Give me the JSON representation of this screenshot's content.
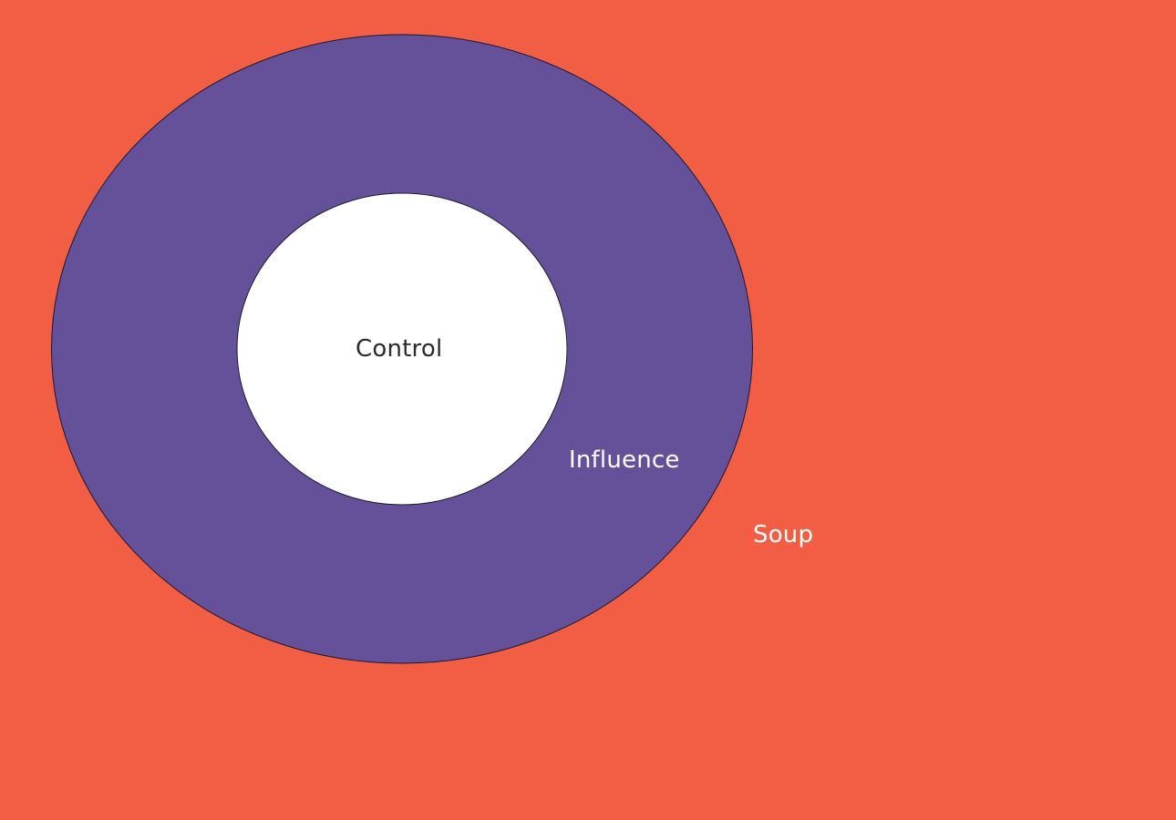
{
  "colors": {
    "background": "#F25E44",
    "influence_fill": "#65519A",
    "control_fill": "#FFFFFF",
    "outline": "#1A1A2E",
    "control_text": "#2B2B2B",
    "influence_text": "#FFFFFF",
    "soup_text": "#FFFFFF"
  },
  "regions": {
    "control": {
      "label": "Control"
    },
    "influence": {
      "label": "Influence"
    },
    "soup": {
      "label": "Soup"
    }
  }
}
